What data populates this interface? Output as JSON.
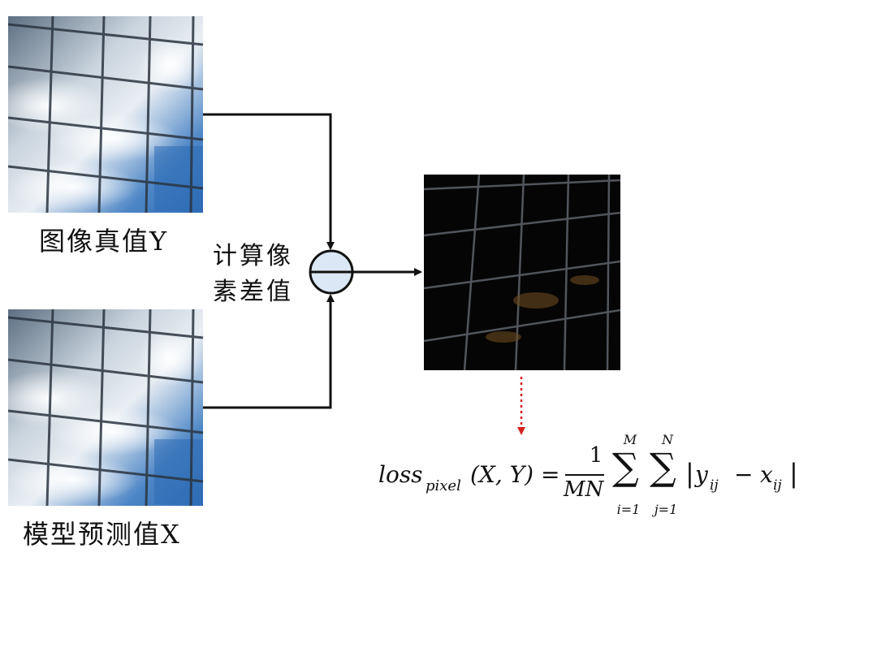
{
  "labels": {
    "truth": "图像真值Y",
    "pred": "模型预测值X",
    "op_line1": "计算像",
    "op_line2": "素差值"
  },
  "formula": {
    "loss": "loss",
    "loss_sub": "pixel",
    "args": "(X, Y) =",
    "frac_num": "1",
    "frac_den": "MN",
    "sum1_upper": "M",
    "sum1_lower": "i=1",
    "sum2_upper": "N",
    "sum2_lower": "j=1",
    "abs_y": "y",
    "abs_y_sub": "ij",
    "minus": "−",
    "abs_x": "x",
    "abs_x_sub": "ij"
  },
  "colors": {
    "subtract_node_fill": "#dbe7f5",
    "dotted_arrow": "#d62020",
    "sky_blue": "#3a78c0"
  }
}
